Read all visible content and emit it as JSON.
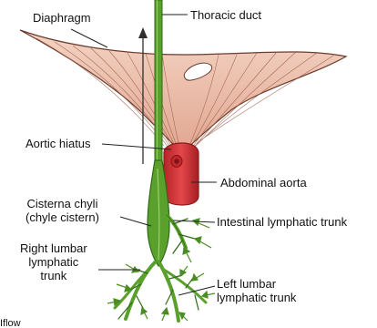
{
  "labels": {
    "diaphragm": "Diaphragm",
    "thoracic_duct": "Thoracic duct",
    "aortic_hiatus": "Aortic hiatus",
    "abdominal_aorta": "Abdominal aorta",
    "cisterna_chyli_1": "Cisterna chyli",
    "cisterna_chyli_2": "(chyle cistern)",
    "intestinal_trunk": "Intestinal lymphatic trunk",
    "right_lumbar_1": "Right lumbar",
    "right_lumbar_2": "lymphatic",
    "right_lumbar_3": "trunk",
    "left_lumbar_1": "Left lumbar",
    "left_lumbar_2": "lymphatic trunk",
    "corner_fragment": "Iflow"
  },
  "colors": {
    "diaphragm_fill": "#e9b8a4",
    "diaphragm_stroke": "#6b3b2c",
    "duct_green": "#5aa02c",
    "duct_dark": "#2f6a16",
    "aorta_red": "#d9383a",
    "aorta_dark": "#8e1b1d",
    "leader": "#222222"
  }
}
